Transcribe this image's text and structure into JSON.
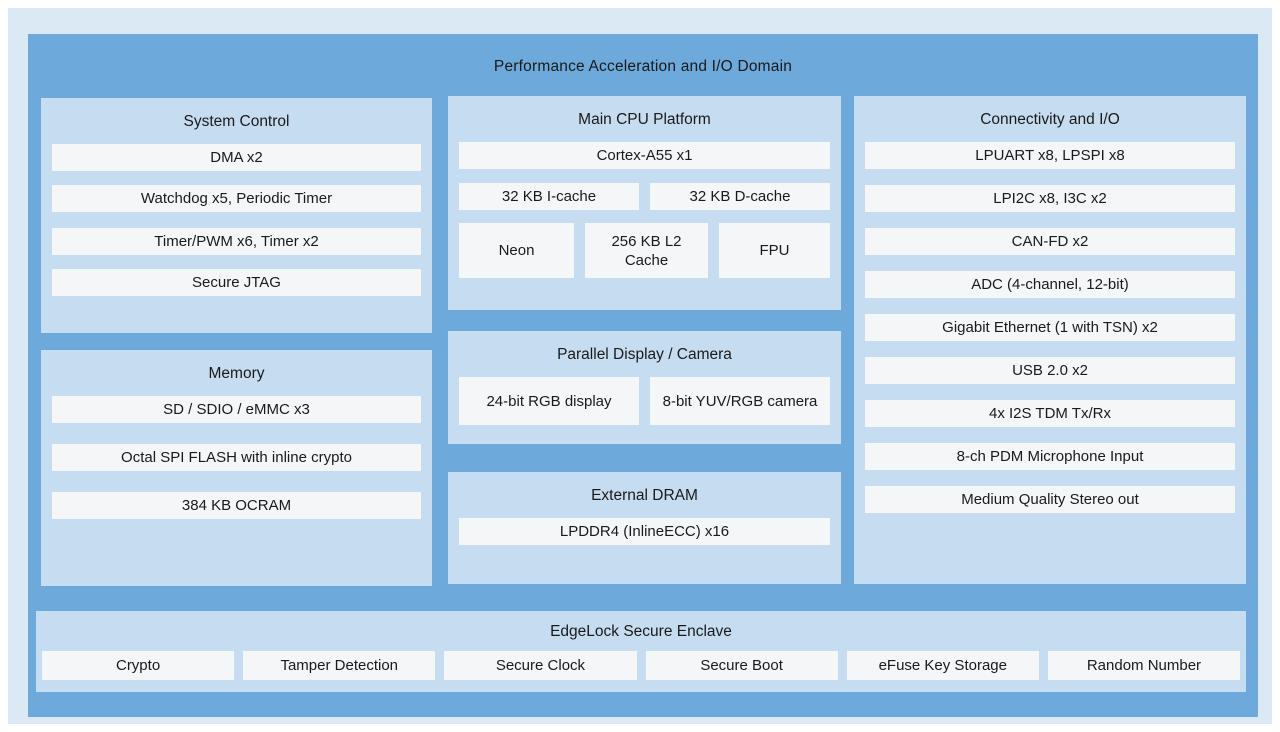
{
  "diagram": {
    "title": "Performance Acceleration and I/O Domain",
    "colors": {
      "page_background": "#ffffff",
      "frame": "#dbe9f5",
      "container": "#6ea9db",
      "panel": "#c6dcf1",
      "box": "#f4f6f8",
      "text": "#1a1a1a"
    }
  },
  "system_control": {
    "title": "System Control",
    "items": [
      "DMA  x2",
      "Watchdog x5, Periodic Timer",
      "Timer/PWM x6, Timer x2",
      "Secure JTAG"
    ]
  },
  "memory": {
    "title": "Memory",
    "items": [
      "SD / SDIO / eMMC x3",
      "Octal SPI FLASH with inline crypto",
      "384 KB OCRAM"
    ]
  },
  "main_cpu": {
    "title": "Main CPU Platform",
    "core": "Cortex-A55 x1",
    "icache": "32 KB I-cache",
    "dcache": "32 KB D-cache",
    "neon": "Neon",
    "l2_cache": "256 KB L2 Cache",
    "fpu": "FPU"
  },
  "display_camera": {
    "title": "Parallel Display / Camera",
    "display": "24-bit RGB display",
    "camera": "8-bit YUV/RGB camera"
  },
  "external_dram": {
    "title": "External DRAM",
    "item": "LPDDR4 (InlineECC) x16"
  },
  "connectivity": {
    "title": "Connectivity and I/O",
    "items": [
      "LPUART x8, LPSPI x8",
      "LPI2C x8, I3C x2",
      "CAN-FD x2",
      "ADC (4-channel, 12-bit)",
      "Gigabit Ethernet (1 with TSN) x2",
      "USB 2.0 x2",
      "4x I2S TDM Tx/Rx",
      "8-ch PDM Microphone Input",
      "Medium Quality Stereo out"
    ]
  },
  "edgelock": {
    "title": "EdgeLock Secure Enclave",
    "items": [
      "Crypto",
      "Tamper Detection",
      "Secure Clock",
      "Secure Boot",
      "eFuse Key Storage",
      "Random Number"
    ]
  }
}
